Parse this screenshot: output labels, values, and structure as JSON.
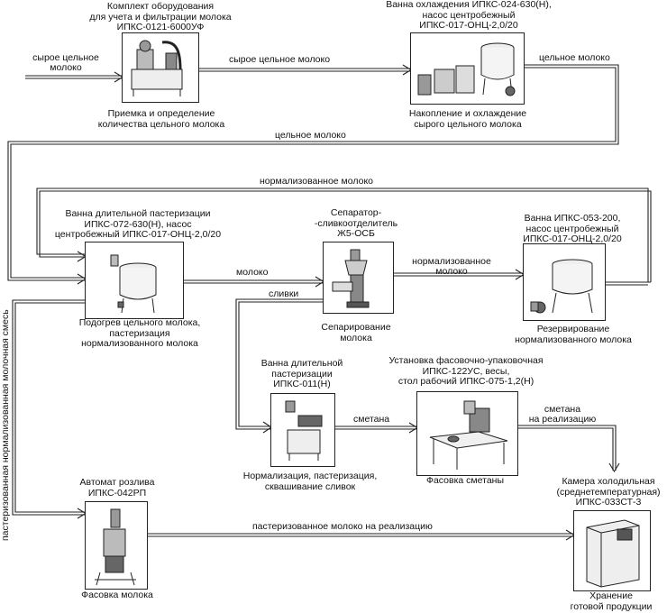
{
  "units": [
    {
      "key": "u1",
      "title": "Комплект оборудования\nдля учета и фильтрации молока\nИПКС-0121-6000УФ",
      "caption": "Приемка и определение\nколичества цельного молока",
      "icon": "milk-reception-equipment-icon"
    },
    {
      "key": "u2",
      "title": "Ванна охлаждения ИПКС-024-630(Н),\nнасос центробежный\nИПКС-017-ОНЦ-2,0/20",
      "caption": "Накопление и охлаждение\nсырого цельного молока",
      "icon": "cooling-bath-icon"
    },
    {
      "key": "u3",
      "title": "Ванна длительной пастеризации\nИПКС-072-630(Н), насос\nцентробежный ИПКС-017-ОНЦ-2,0/20",
      "caption": "Подогрев цельного молока,\nпастеризация\nнормализованного молока",
      "icon": "pasteurization-bath-icon"
    },
    {
      "key": "u4",
      "title": "Сепаратор-\n-сливкоотделитель\nЖ5-ОСБ",
      "caption": "Сепарирование\nмолока",
      "icon": "separator-icon"
    },
    {
      "key": "u5",
      "title": "Ванна ИПКС-053-200,\nнасос центробежный\nИПКС-017-ОНЦ-2,0/20",
      "caption": "Резервирование\nнормализованного молока",
      "icon": "reserve-bath-icon"
    },
    {
      "key": "u6",
      "title": "Ванна длительной\nпастеризации\nИПКС-011(Н)",
      "caption": "Нормализация, пастеризация,\nсквашивание сливок",
      "icon": "cream-pasteurization-bath-icon"
    },
    {
      "key": "u7",
      "title": "Установка фасовочно-упаковочная\nИПКС-122УС, весы,\nстол рабочий ИПКС-075-1,2(Н)",
      "caption": "Фасовка  сметаны",
      "icon": "packing-unit-icon"
    },
    {
      "key": "u8",
      "title": "Автомат розлива\nИПКС-042РП",
      "caption": "Фасовка молока",
      "icon": "bottling-machine-icon"
    },
    {
      "key": "u9",
      "title": "Камера холодильная\n(среднетемпературная)\nИПКС-033СТ-3",
      "caption": "Хранение\nготовой продукции",
      "icon": "cold-chamber-icon"
    }
  ],
  "flows": {
    "raw_in": "сырое цельное\nмолоко",
    "raw_to_cooling": "сырое цельное молоко",
    "whole_out": "цельное молоко",
    "whole_return": "цельное молоко",
    "normalized_top": "нормализованное  молоко",
    "milk_to_separator": "молоко",
    "normalized_to_reserve": "нормализованное\nмолоко",
    "cream": "сливки",
    "sour_cream": "сметана",
    "sour_cream_sale": "сметана\nна реализацию",
    "pasteurized_sale": "пастеризованное молоко на реализацию",
    "pasteurized_mix": "пастеризованная нормализованная молочная  смесь"
  }
}
